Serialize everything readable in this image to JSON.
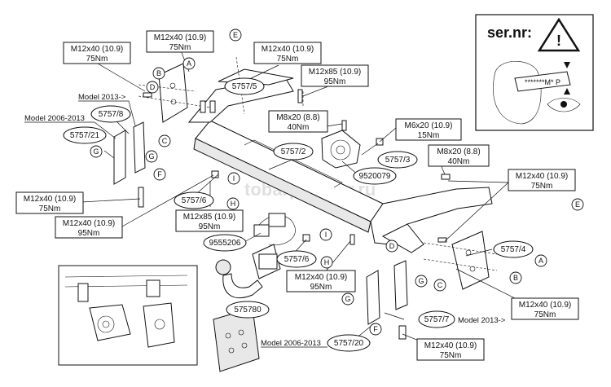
{
  "watermark": "tobarpasnter.ru",
  "serial_panel": {
    "title": "ser.nr:",
    "plate": "*******M* P"
  },
  "torque_labels": [
    {
      "id": "t1",
      "line1": "M12x40 (10.9)",
      "line2": "75Nm"
    },
    {
      "id": "t2",
      "line1": "M12x40 (10.9)",
      "line2": "75Nm"
    },
    {
      "id": "t3",
      "line1": "M12x40 (10.9)",
      "line2": "75Nm"
    },
    {
      "id": "t4",
      "line1": "M12x85 (10.9)",
      "line2": "95Nm"
    },
    {
      "id": "t5",
      "line1": "M8x20 (8.8)",
      "line2": "40Nm"
    },
    {
      "id": "t6",
      "line1": "M6x20 (10.9)",
      "line2": "15Nm"
    },
    {
      "id": "t7",
      "line1": "M8x20 (8.8)",
      "line2": "40Nm"
    },
    {
      "id": "t8",
      "line1": "M12x40 (10.9)",
      "line2": "75Nm"
    },
    {
      "id": "t9",
      "line1": "M12x40 (10.9)",
      "line2": "75Nm"
    },
    {
      "id": "t10",
      "line1": "M12x40 (10.9)",
      "line2": "95Nm"
    },
    {
      "id": "t11",
      "line1": "M12x85 (10.9)",
      "line2": "95Nm"
    },
    {
      "id": "t12",
      "line1": "M12x40 (10.9)",
      "line2": "95Nm"
    },
    {
      "id": "t13",
      "line1": "M12x40 (10.9)",
      "line2": "75Nm"
    },
    {
      "id": "t14",
      "line1": "M12x40 (10.9)",
      "line2": "75Nm"
    }
  ],
  "part_numbers": [
    {
      "id": "p1",
      "text": "5757/5"
    },
    {
      "id": "p2",
      "text": "5757/8"
    },
    {
      "id": "p3",
      "text": "5757/21"
    },
    {
      "id": "p4",
      "text": "5757/2"
    },
    {
      "id": "p5",
      "text": "5757/3"
    },
    {
      "id": "p6",
      "text": "9520079"
    },
    {
      "id": "p7",
      "text": "5757/6"
    },
    {
      "id": "p8",
      "text": "9555206"
    },
    {
      "id": "p9",
      "text": "5757/6"
    },
    {
      "id": "p10",
      "text": "5757/4"
    },
    {
      "id": "p11",
      "text": "575780"
    },
    {
      "id": "p12",
      "text": "5757/7"
    },
    {
      "id": "p13",
      "text": "5757/20"
    }
  ],
  "model_labels": [
    {
      "id": "m1",
      "text": "Model 2013->"
    },
    {
      "id": "m2",
      "text": "Model 2006-2013"
    },
    {
      "id": "m3",
      "text": "Model 2013->"
    },
    {
      "id": "m4",
      "text": "Model 2006-2013"
    }
  ],
  "callouts": [
    {
      "id": "c1",
      "text": "E"
    },
    {
      "id": "c2",
      "text": "A"
    },
    {
      "id": "c3",
      "text": "B"
    },
    {
      "id": "c4",
      "text": "D"
    },
    {
      "id": "c5",
      "text": "C"
    },
    {
      "id": "c6",
      "text": "G"
    },
    {
      "id": "c7",
      "text": "G"
    },
    {
      "id": "c8",
      "text": "F"
    },
    {
      "id": "c9",
      "text": "I"
    },
    {
      "id": "c10",
      "text": "H"
    },
    {
      "id": "c11",
      "text": "I"
    },
    {
      "id": "c12",
      "text": "H"
    },
    {
      "id": "c13",
      "text": "D"
    },
    {
      "id": "c14",
      "text": "E"
    },
    {
      "id": "c15",
      "text": "A"
    },
    {
      "id": "c16",
      "text": "B"
    },
    {
      "id": "c17",
      "text": "C"
    },
    {
      "id": "c18",
      "text": "G"
    },
    {
      "id": "c19",
      "text": "G"
    },
    {
      "id": "c20",
      "text": "F"
    }
  ]
}
